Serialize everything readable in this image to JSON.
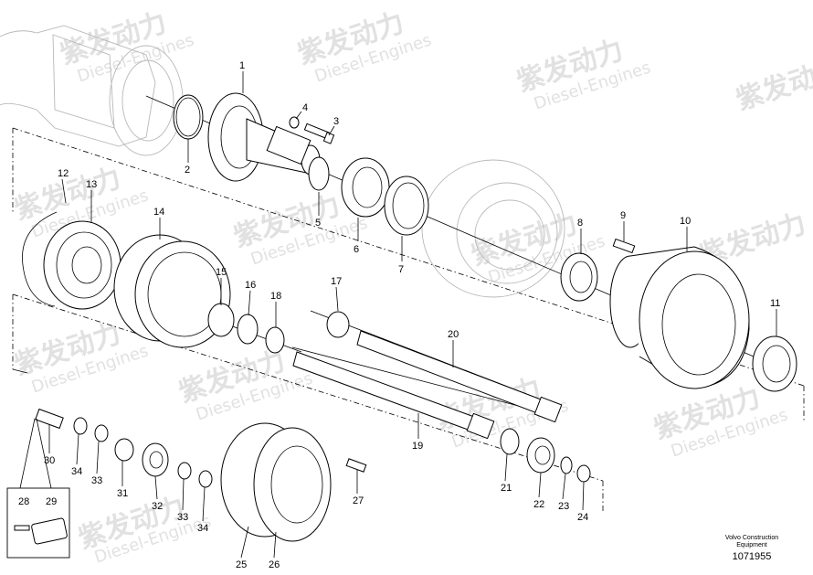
{
  "part_labels": {
    "l1": "1",
    "l2": "2",
    "l3": "3",
    "l4": "4",
    "l5": "5",
    "l6": "6",
    "l7": "7",
    "l8": "8",
    "l9": "9",
    "l10": "10",
    "l11": "11",
    "l12": "12",
    "l13": "13",
    "l14": "14",
    "l15": "15",
    "l16": "16",
    "l17": "17",
    "l18": "18",
    "l19": "19",
    "l20": "20",
    "l21": "21",
    "l22": "22",
    "l23": "23",
    "l24": "24",
    "l25": "25",
    "l26": "26",
    "l27": "27",
    "l28": "28",
    "l29": "29",
    "l30": "30",
    "l31": "31",
    "l32": "32",
    "l33a": "33",
    "l33b": "33",
    "l34a": "34",
    "l34b": "34"
  },
  "footer": {
    "company_line1": "Volvo Construction",
    "company_line2": "Equipment",
    "drawing_number": "1071955"
  },
  "watermark": {
    "brand_cn": "紫发动力",
    "brand_en": "Diesel-Engines"
  }
}
